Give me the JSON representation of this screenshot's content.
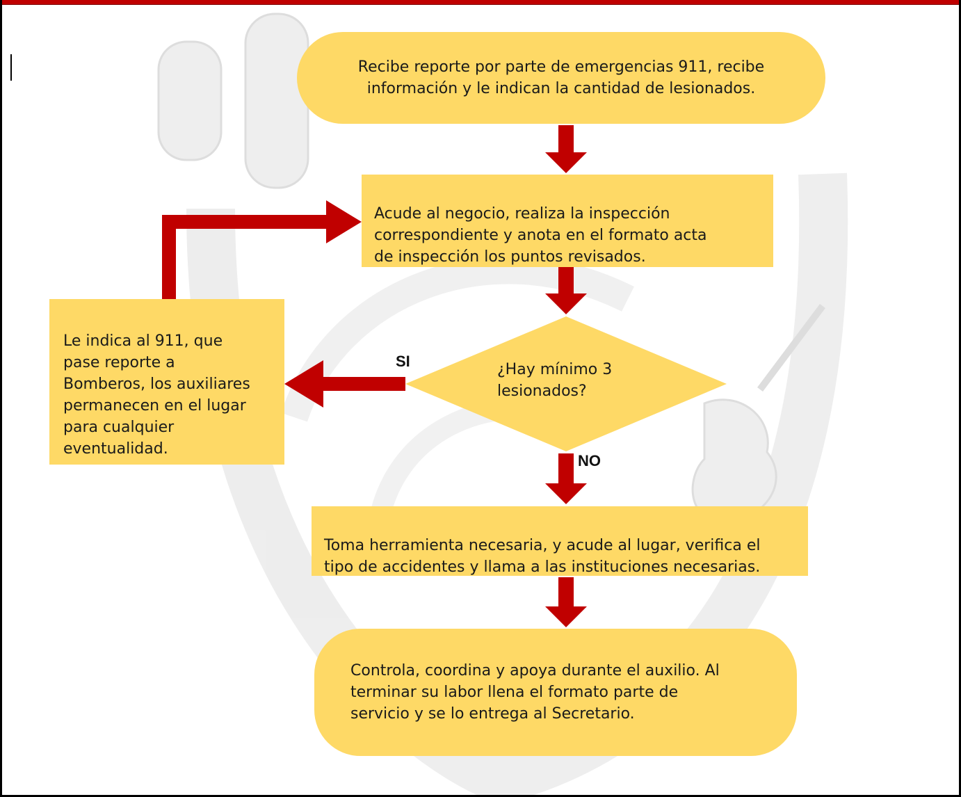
{
  "colors": {
    "node_fill": "#fed966",
    "arrow": "#c00000",
    "top_bar": "#c00000",
    "watermark": "#d9d9d9"
  },
  "flowchart": {
    "start": "Recibe reporte por parte de emergencias 911, recibe\ninformación y le indican la cantidad de lesionados.",
    "step_inspect": "Acude al negocio, realiza la inspección\ncorrespondiente y anota en el formato acta\nde inspección los puntos revisados.",
    "decision": "¿Hay mínimo 3\nlesionados?",
    "yes_label": "SI",
    "no_label": "NO",
    "yes_branch": "Le indica al 911, que\npase reporte a\nBomberos, los auxiliares\npermanecen en el lugar\npara cualquier\neventualidad.",
    "no_branch": "Toma herramienta necesaria, y acude al lugar, verifica el\ntipo de accidentes y llama a las instituciones necesarias.",
    "end": "Controla, coordina y apoya durante el auxilio. Al\nterminar su labor llena el formato parte de\nservicio y se lo entrega al Secretario."
  }
}
